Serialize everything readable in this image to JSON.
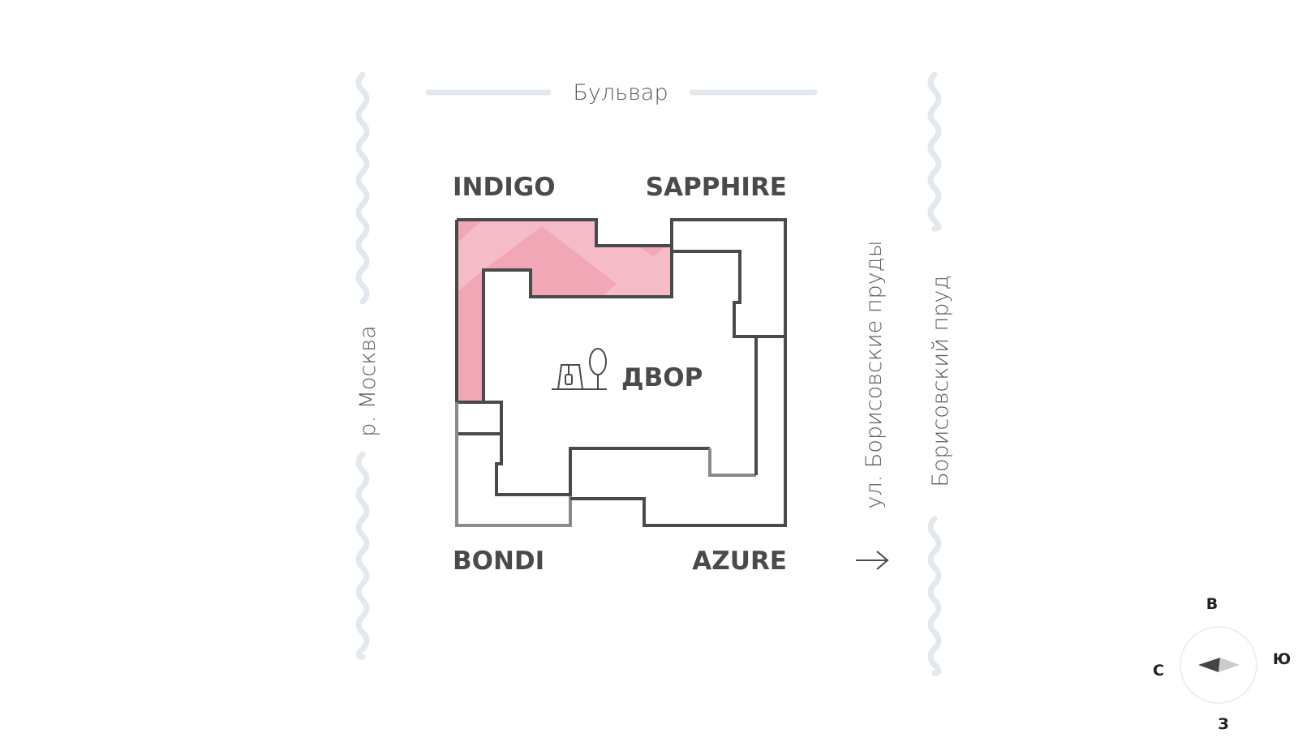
{
  "streets": {
    "top": "Бульвар",
    "left": "р. Москва",
    "right_inner": "ул. Борисовские пруды",
    "right_outer": "Борисовский пруд"
  },
  "buildings": {
    "indigo": "INDIGO",
    "sapphire": "SAPPHIRE",
    "bondi": "BONDI",
    "azure": "AZURE"
  },
  "yard": {
    "label": "ДВОР",
    "icon": "playground-tree-icon"
  },
  "highlight": {
    "building": "INDIGO",
    "color": "#f0a3b2"
  },
  "direction_arrow": {
    "icon": "arrow-right-icon"
  },
  "compass": {
    "top": "В",
    "right": "Ю",
    "bottom": "З",
    "left": "С",
    "icon": "compass-needle-icon"
  },
  "colors": {
    "wall": "#4a4a4a",
    "highlight": "#f0a3b2",
    "highlight_light": "#f5bcc7",
    "water": "#e3e8ec"
  }
}
